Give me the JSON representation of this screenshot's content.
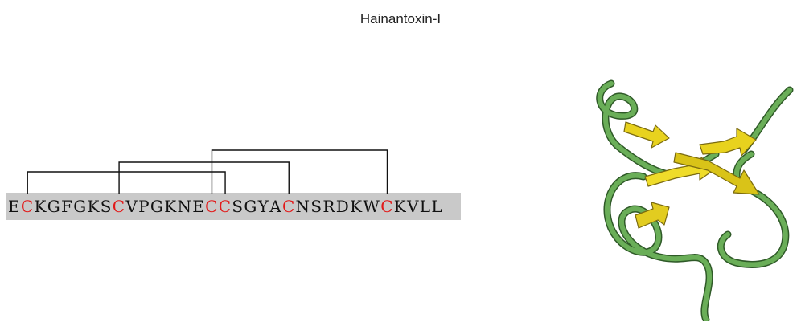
{
  "title": "Hainantoxin-I",
  "sequence": {
    "letters": [
      "E",
      "C",
      "K",
      "G",
      "F",
      "G",
      "K",
      "S",
      "C",
      "V",
      "P",
      "G",
      "K",
      "N",
      "E",
      "C",
      "C",
      "S",
      "G",
      "Y",
      "A",
      "C",
      "N",
      "S",
      "R",
      "D",
      "K",
      "W",
      "C",
      "K",
      "V",
      "L",
      "L"
    ],
    "highlighted_indices": [
      1,
      8,
      15,
      16,
      21,
      28
    ],
    "disulfide_bonds": [
      [
        1,
        16
      ],
      [
        8,
        21
      ],
      [
        15,
        28
      ]
    ]
  },
  "colors": {
    "cysteine": "#e21a1a",
    "sequence_band": "#c9c9c9",
    "connector_lines": "#111111",
    "ribbon_coil": "#5a9a4a",
    "ribbon_sheet": "#e8d21e"
  },
  "structure_image": "protein-ribbon-structure"
}
